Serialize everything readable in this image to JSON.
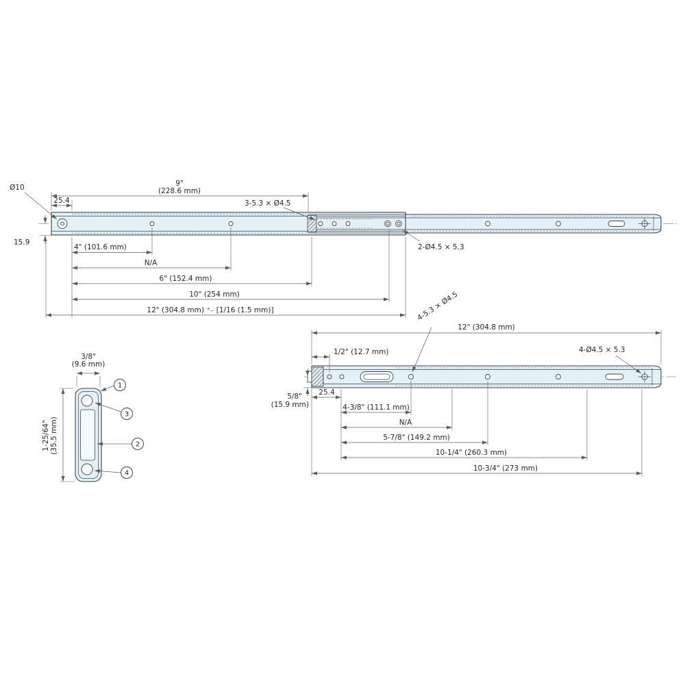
{
  "colors": {
    "background": "#ffffff",
    "line": "#3d4347",
    "rail_fill": "#e3f0f7",
    "dim_line": "#565d63"
  },
  "top_view": {
    "labels": {
      "dia10": "Ø10",
      "d25_4": "25.4",
      "d9_in": "9\"",
      "d9_mm": "(228.6 mm)",
      "holes3": "3-5.3 × Ø4.5",
      "d15_9": "15.9",
      "holes2": "2-Ø4.5 × 5.3",
      "d4": "4\" (101.6 mm)",
      "dna": "N/A",
      "d6": "6\" (152.4 mm)",
      "d10": "10\" (254 mm)",
      "d12": "12\" (304.8 mm) ⁺₋ [1/16  (1.5 mm)]"
    }
  },
  "front_view": {
    "labels": {
      "holes4": "4-5.3 × Ø4.5",
      "d12": "12\" (304.8 mm)",
      "dhalf": "1/2\" (12.7 mm)",
      "holes4b": "4-Ø4.5 × 5.3",
      "d58_in": "5/8\"",
      "d58_mm": "(15.9 mm)",
      "d25_4": "25.4",
      "d438": "4-3/8\" (111.1 mm)",
      "dna": "N/A",
      "d578": "5-7/8\" (149.2 mm)",
      "d1014": "10-1/4\" (260.3 mm)",
      "d1034": "10-3/4\" (273 mm)"
    }
  },
  "section_view": {
    "labels": {
      "d38_in": "3/8\"",
      "d38_mm": "(9.6 mm)",
      "dheight_in": "1-25/64\"",
      "dheight_mm": "(35.5 mm)"
    },
    "callouts": {
      "c1": "1",
      "c2": "2",
      "c3": "3",
      "c4": "4"
    }
  }
}
